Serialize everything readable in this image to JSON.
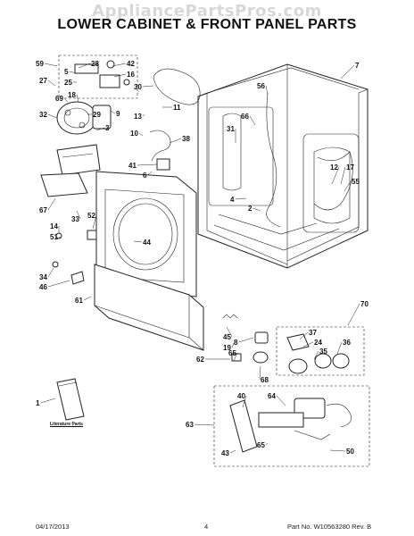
{
  "watermark": "AppliancePartsPros.com",
  "title": "LOWER CABINET & FRONT PANEL PARTS",
  "footer": {
    "date": "04/17/2013",
    "page": "4",
    "part_no": "Part No. W10563280 Rev. B"
  },
  "literature_label": "Literature Parts",
  "callouts": [
    "59",
    "5",
    "25",
    "28",
    "42",
    "16",
    "27",
    "69",
    "18",
    "30",
    "9",
    "13",
    "11",
    "32",
    "29",
    "3",
    "10",
    "38",
    "31",
    "66",
    "56",
    "7",
    "41",
    "6",
    "12",
    "17",
    "55",
    "67",
    "52",
    "33",
    "4",
    "2",
    "14",
    "51",
    "44",
    "34",
    "46",
    "61",
    "70",
    "45",
    "19",
    "37",
    "24",
    "8",
    "36",
    "35",
    "62",
    "65",
    "68",
    "1",
    "40",
    "64",
    "63",
    "43",
    "65",
    "50"
  ]
}
